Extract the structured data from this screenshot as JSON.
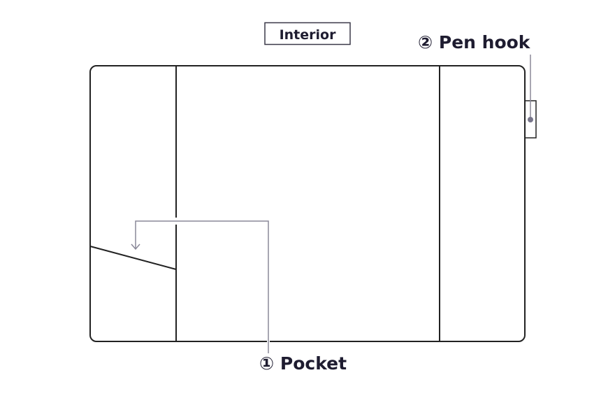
{
  "title": "Interior",
  "labels": {
    "pocket": "① Pocket",
    "pen_hook": "② Pen hook"
  },
  "colors": {
    "outline": "#222222",
    "leader": "#8a8898",
    "text": "#1e1c30"
  }
}
